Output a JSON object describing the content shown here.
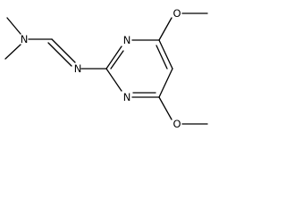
{
  "structure": {
    "atoms": {
      "n_dimethyl": "N",
      "n_imine": "N",
      "n_ring_top": "N",
      "n_ring_bottom": "N",
      "o_top": "O",
      "o_bottom": "O"
    }
  },
  "colors": {
    "bond": "#000000",
    "label": "#000000",
    "background": "#ffffff"
  }
}
